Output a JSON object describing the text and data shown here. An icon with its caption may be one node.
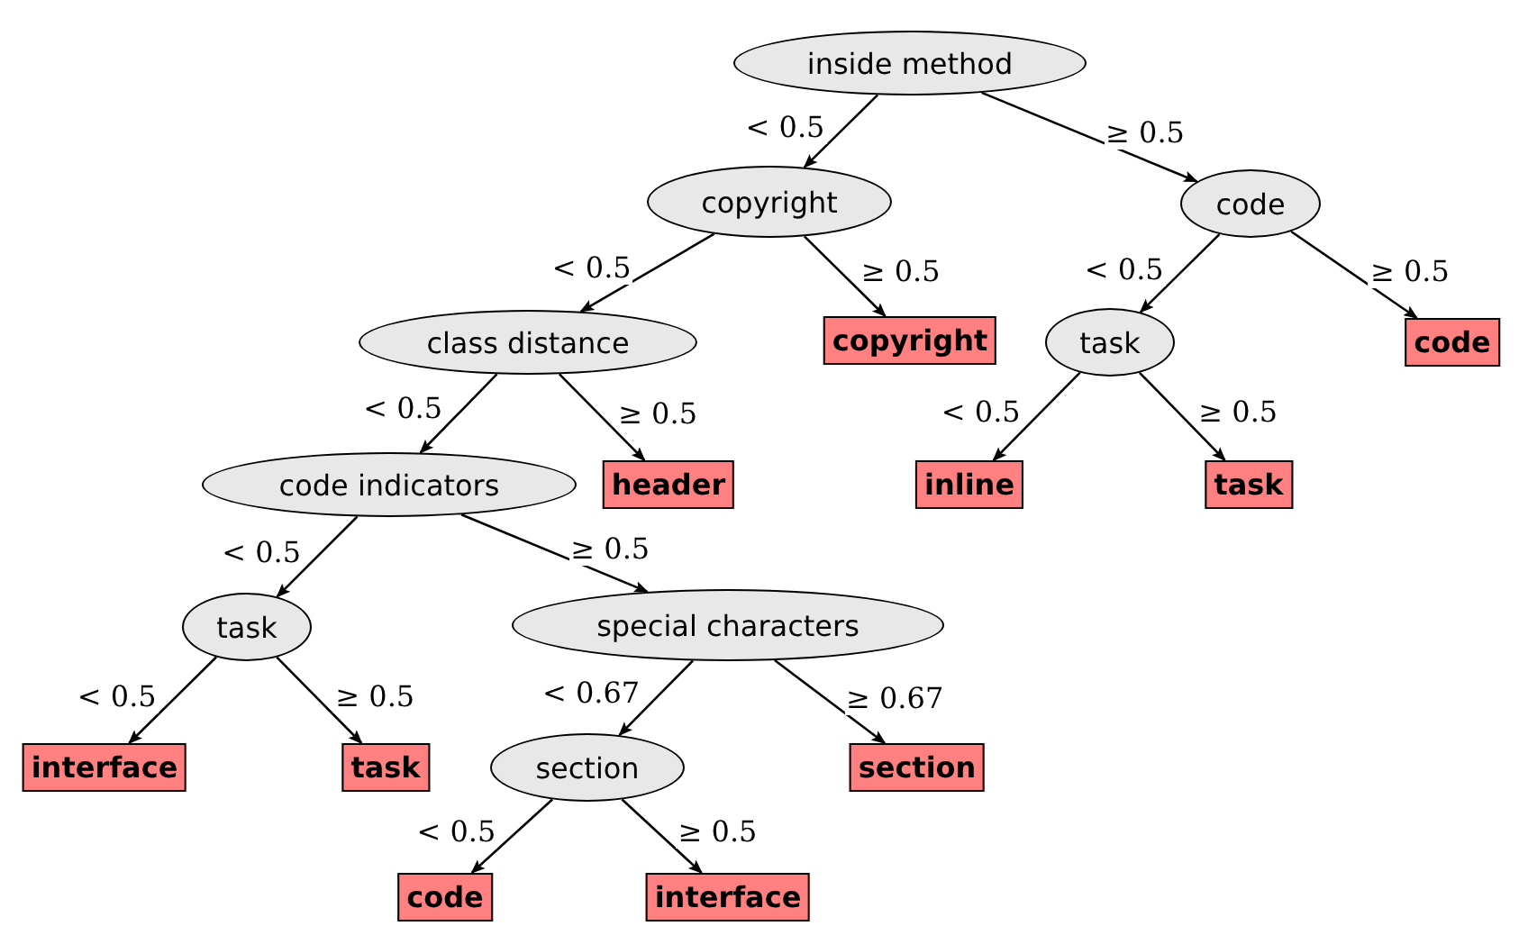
{
  "diagram": {
    "nodes": [
      {
        "text": [
          "inside method"
        ]
      },
      {
        "text": [
          "copyright"
        ]
      },
      {
        "text": [
          "code"
        ]
      },
      {
        "text": [
          "class distance"
        ]
      },
      {
        "text": [
          "copyright"
        ]
      },
      {
        "text": [
          "task"
        ]
      },
      {
        "text": [
          "code"
        ]
      },
      {
        "text": [
          "code indicators"
        ]
      },
      {
        "text": [
          "header"
        ]
      },
      {
        "text": [
          "inline"
        ]
      },
      {
        "text": [
          "task"
        ]
      },
      {
        "text": [
          "task"
        ]
      },
      {
        "text": [
          "special characters"
        ]
      },
      {
        "text": [
          "interface"
        ]
      },
      {
        "text": [
          "task"
        ]
      },
      {
        "text": [
          "section"
        ]
      },
      {
        "text": [
          "section"
        ]
      },
      {
        "text": [
          "code"
        ]
      },
      {
        "text": [
          "interface"
        ]
      }
    ],
    "edges": [
      {
        "from": 0,
        "to": 1,
        "arrow": "to",
        "label": "< 0.5"
      },
      {
        "from": 0,
        "to": 2,
        "arrow": "to",
        "label": "≥ 0.5"
      },
      {
        "from": 1,
        "to": 3,
        "arrow": "to",
        "label": "< 0.5"
      },
      {
        "from": 1,
        "to": 4,
        "arrow": "to",
        "label": "≥ 0.5"
      },
      {
        "from": 2,
        "to": 5,
        "arrow": "to",
        "label": "< 0.5"
      },
      {
        "from": 2,
        "to": 6,
        "arrow": "to",
        "label": "≥ 0.5"
      },
      {
        "from": 3,
        "to": 7,
        "arrow": "to",
        "label": "< 0.5"
      },
      {
        "from": 3,
        "to": 8,
        "arrow": "to",
        "label": "≥ 0.5"
      },
      {
        "from": 5,
        "to": 9,
        "arrow": "to",
        "label": "< 0.5"
      },
      {
        "from": 5,
        "to": 10,
        "arrow": "to",
        "label": "≥ 0.5"
      },
      {
        "from": 7,
        "to": 11,
        "arrow": "to",
        "label": "< 0.5"
      },
      {
        "from": 7,
        "to": 12,
        "arrow": "to",
        "label": "≥ 0.5"
      },
      {
        "from": 11,
        "to": 13,
        "arrow": "to",
        "label": "< 0.5"
      },
      {
        "from": 11,
        "to": 14,
        "arrow": "to",
        "label": "≥ 0.5"
      },
      {
        "from": 12,
        "to": 15,
        "arrow": "to",
        "label": "< 0.67"
      },
      {
        "from": 12,
        "to": 16,
        "arrow": "to",
        "label": "≥ 0.67"
      },
      {
        "from": 15,
        "to": 17,
        "arrow": "to",
        "label": "< 0.5"
      },
      {
        "from": 15,
        "to": 18,
        "arrow": "to",
        "label": "≥ 0.5"
      }
    ]
  }
}
